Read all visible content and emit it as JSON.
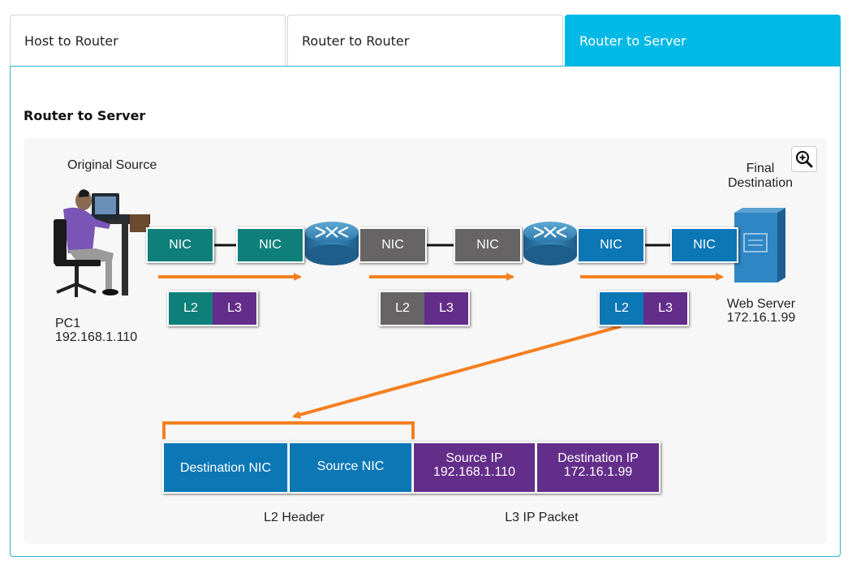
{
  "tabs": [
    {
      "label": "Host to Router",
      "active": false
    },
    {
      "label": "Router to Router",
      "active": false
    },
    {
      "label": "Router to Server",
      "active": true
    }
  ],
  "section_title": "Router to Server",
  "zoom_icon": "zoom-in-icon",
  "source": {
    "heading": "Original Source",
    "name": "PC1",
    "ip": "192.168.1.110"
  },
  "destination": {
    "heading_line1": "Final",
    "heading_line2": "Destination",
    "name": "Web Server",
    "ip": "172.16.1.99"
  },
  "nic_label": "NIC",
  "segments": [
    {
      "color": "teal",
      "l2": "L2",
      "l3": "L3"
    },
    {
      "color": "gray",
      "l2": "L2",
      "l3": "L3"
    },
    {
      "color": "blue",
      "l2": "L2",
      "l3": "L3"
    }
  ],
  "frame": {
    "destination_nic": "Destination NIC",
    "source_nic": "Source NIC",
    "source_ip_label": "Source IP",
    "source_ip": "192.168.1.110",
    "destination_ip_label": "Destination IP",
    "destination_ip": "172.16.1.99",
    "l2_caption": "L2 Header",
    "l3_caption": "L3 IP Packet"
  },
  "colors": {
    "tab_active": "#00b9e6",
    "teal": "#0f7f7a",
    "gray": "#666464",
    "blue": "#0b77b5",
    "purple": "#632e8a",
    "arrow": "#f58020"
  }
}
